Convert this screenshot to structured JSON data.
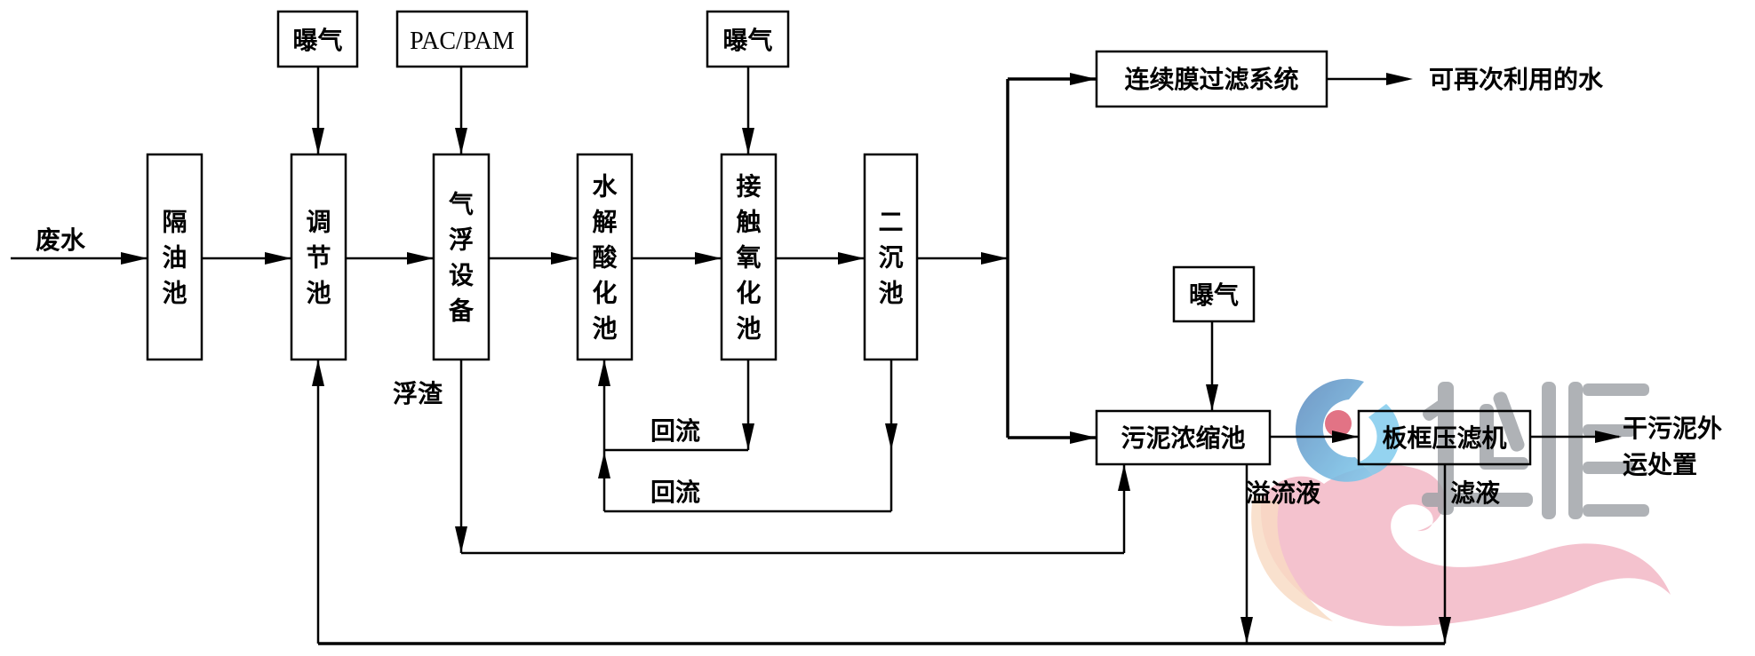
{
  "title": "废水处理工艺流程图",
  "inputs": {
    "wastewater": "废水"
  },
  "main_process": [
    {
      "id": "oil-separator",
      "label": "隔油池"
    },
    {
      "id": "equalization-tank",
      "label": "调节池"
    },
    {
      "id": "air-flotation",
      "label": "气浮设备"
    },
    {
      "id": "hydrolysis-acidification",
      "label": "水解酸化池"
    },
    {
      "id": "contact-oxidation",
      "label": "接触氧化池"
    },
    {
      "id": "secondary-clarifier",
      "label": "二沉池"
    }
  ],
  "additives": {
    "aeration_1": "曝气",
    "coagulant": "PAC/PAM",
    "aeration_2": "曝气",
    "aeration_3": "曝气"
  },
  "branches": {
    "membrane": "连续膜过滤系统",
    "reuse_water": "可再次利用的水",
    "thickener": "污泥浓缩池",
    "filter_press": "板框压滤机",
    "dry_sludge_line1": "干污泥外",
    "dry_sludge_line2": "运处置"
  },
  "flow_labels": {
    "scum": "浮渣",
    "reflux_1": "回流",
    "reflux_2": "回流",
    "overflow": "溢流液",
    "filtrate": "滤液"
  },
  "watermark": {
    "text": "华恒",
    "colors": {
      "ring": "#4f8fc8",
      "dot": "#d9485f",
      "text": "#8a8f94",
      "cloud": "#e98aa0",
      "tail": "#f2c9a8"
    }
  }
}
